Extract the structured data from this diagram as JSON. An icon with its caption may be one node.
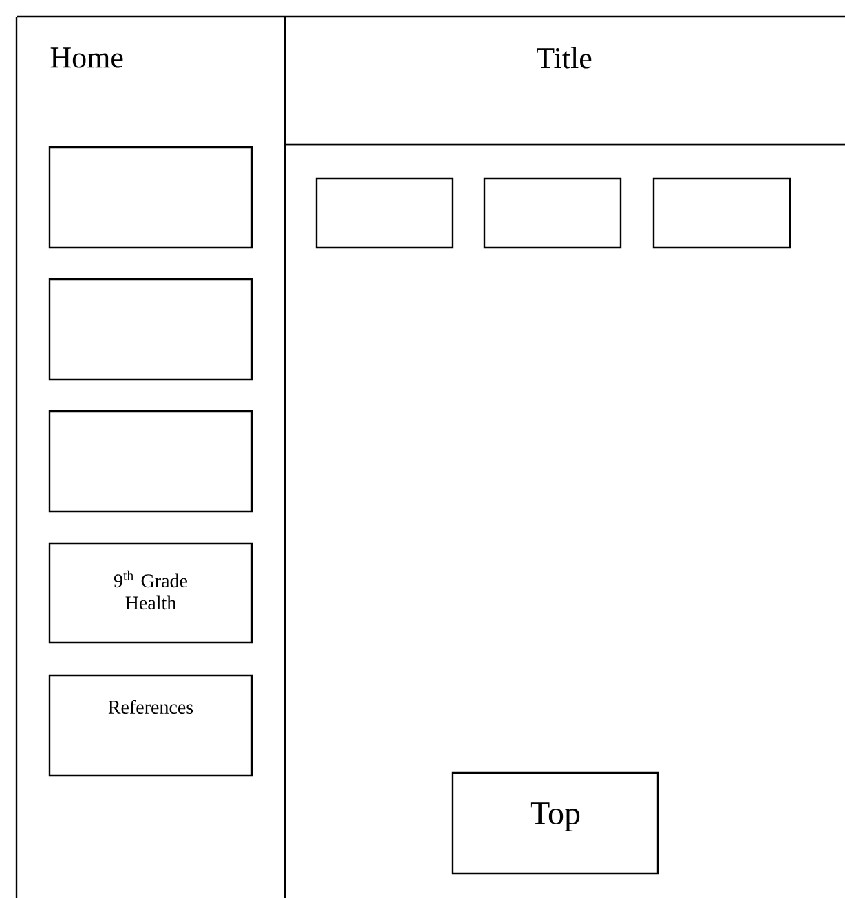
{
  "diagram": {
    "nodes": [
      {
        "text": [
          "Home"
        ]
      },
      {
        "text": [
          "Title"
        ]
      },
      {
        "text": [],
        "shape": "box"
      },
      {
        "text": [],
        "shape": "box",
        "in": 0
      },
      {
        "text": [],
        "shape": "box",
        "in": 0
      },
      {
        "text": [],
        "shape": "box",
        "in": 0
      },
      {
        "text": [
          "9$^{th}$ Grade Health"
        ],
        "in": 0
      },
      {
        "text": [
          "References"
        ],
        "in": 0
      },
      {
        "text": [],
        "shape": "box",
        "in": 2
      },
      {
        "text": [],
        "shape": "box",
        "in": 2
      },
      {
        "text": [],
        "shape": "box",
        "in": 2
      },
      {
        "text": [
          "Top"
        ],
        "in": 2
      }
    ]
  }
}
